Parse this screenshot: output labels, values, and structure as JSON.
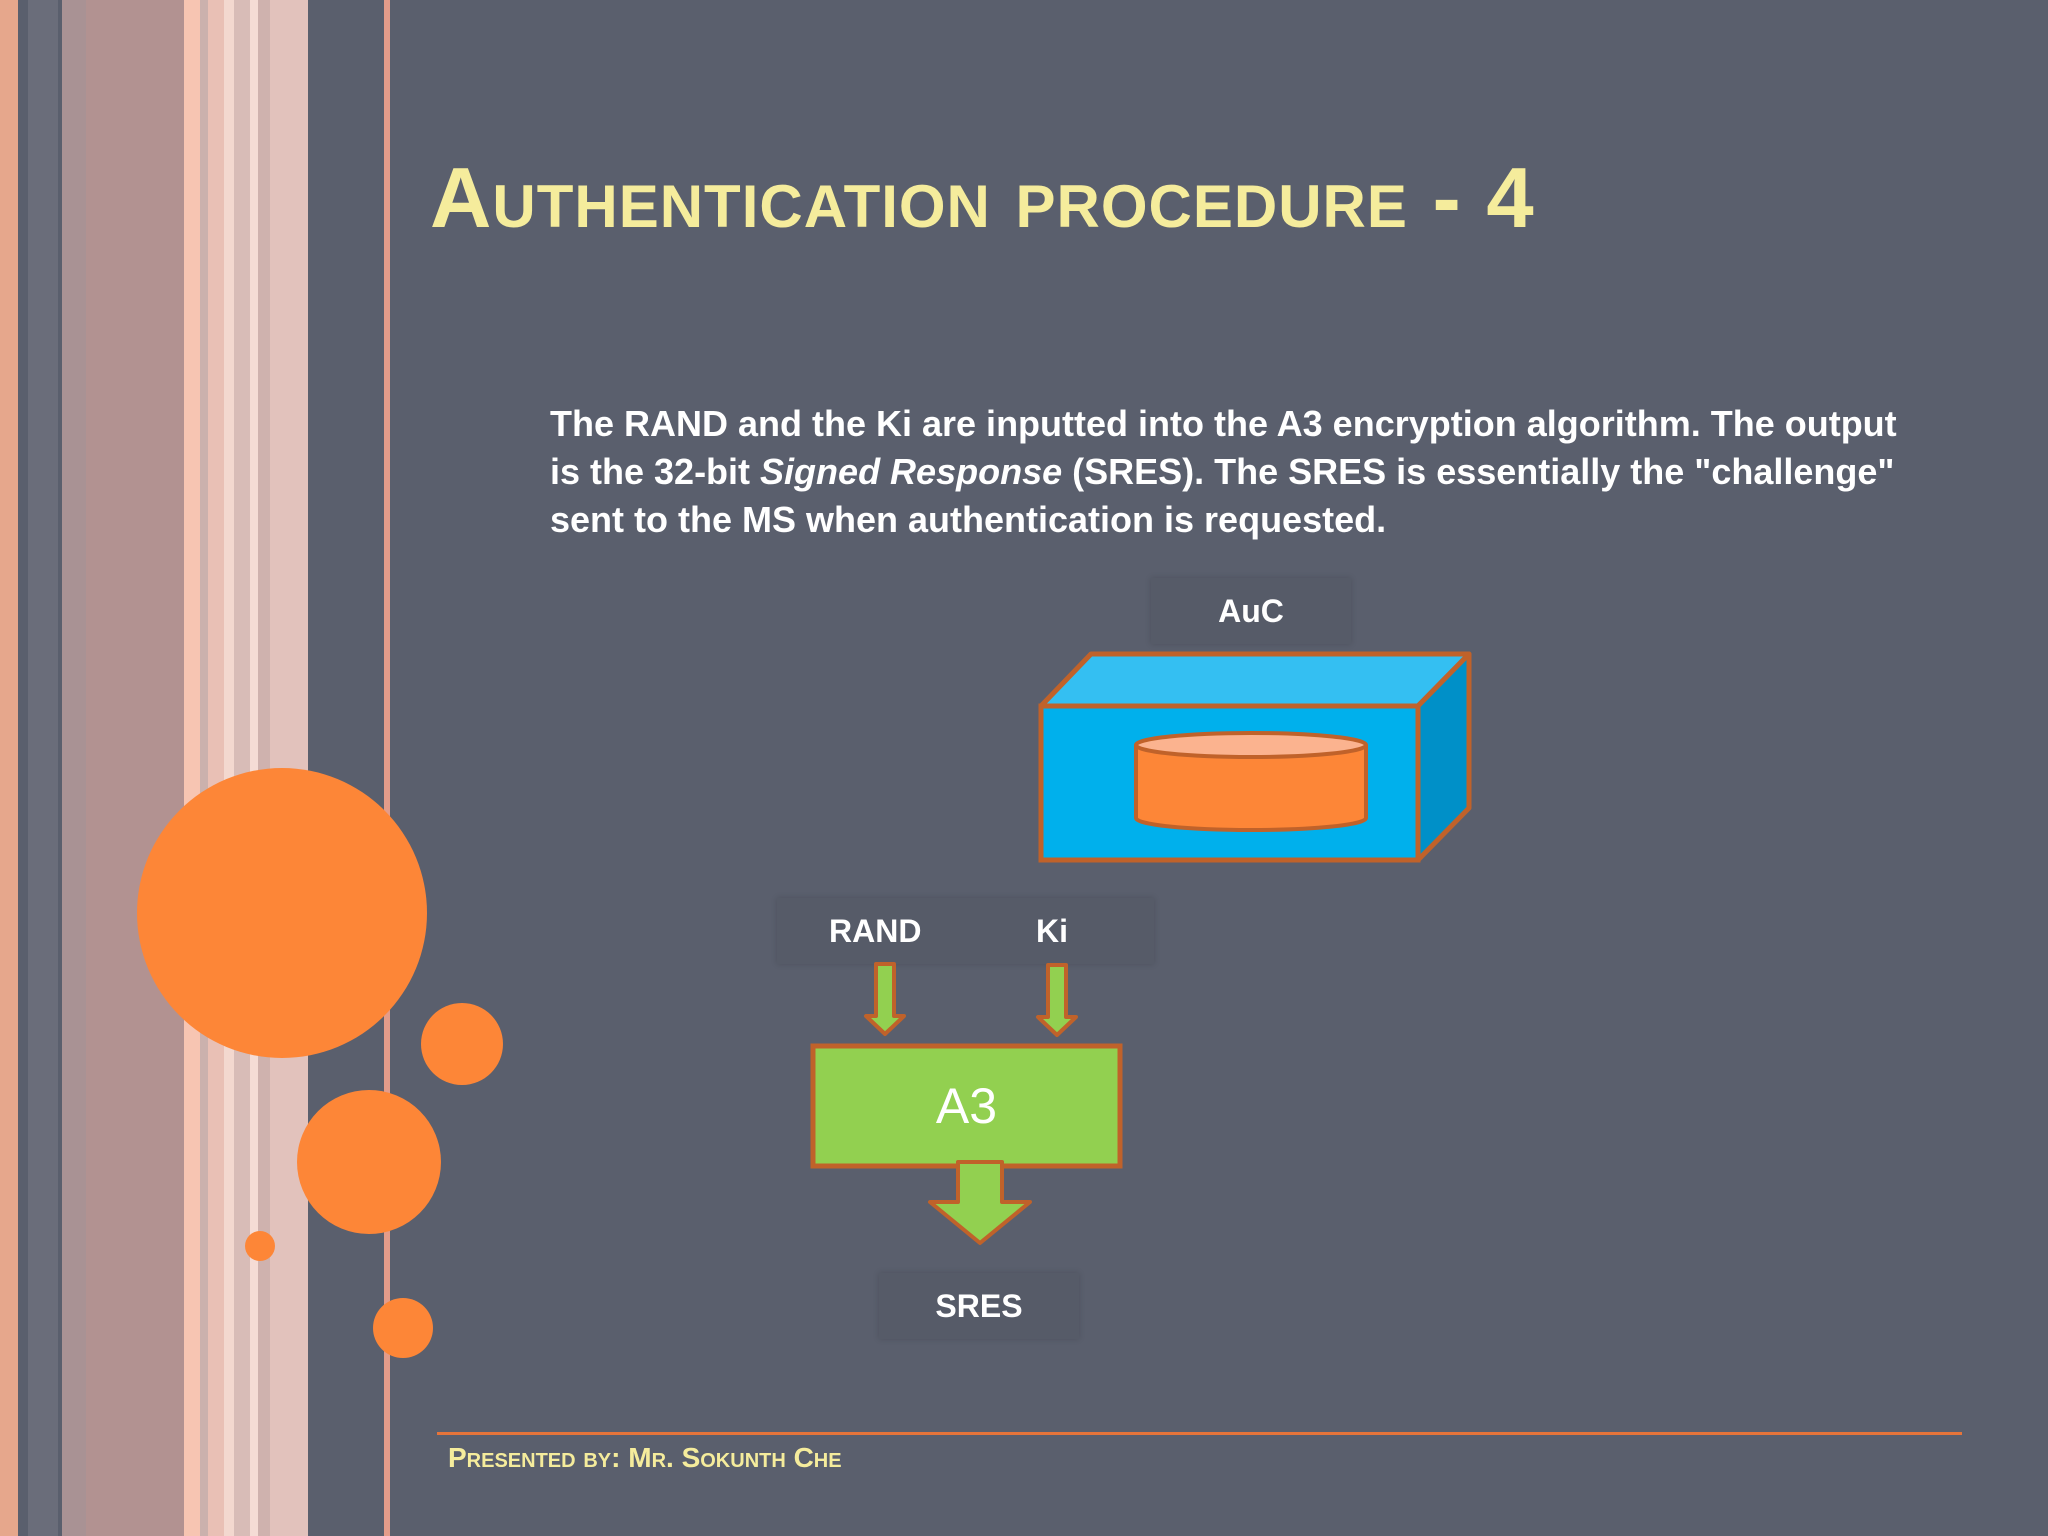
{
  "slide": {
    "title": "Authentication procedure - 4",
    "body_before": "The RAND and the Ki are inputted into the A3 encryption algorithm. The output is the 32-bit ",
    "body_italic": "Signed Response",
    "body_after": " (SRES). The SRES is essentially the \"challenge\" sent to the MS when authentication is requested.",
    "footer": "Presented by: Mr. Sokunth Che"
  },
  "diagram": {
    "auc_label": "AuC",
    "rand_label": "RAND",
    "ki_label": "Ki",
    "a3_label": "A3",
    "sres_label": "SRES"
  },
  "colors": {
    "background": "#5a5f6d",
    "title": "#f5ec9c",
    "accent_orange": "#fd8637",
    "box_blue": "#00b0ec",
    "a3_green": "#92d050",
    "outline": "#c0622a"
  }
}
